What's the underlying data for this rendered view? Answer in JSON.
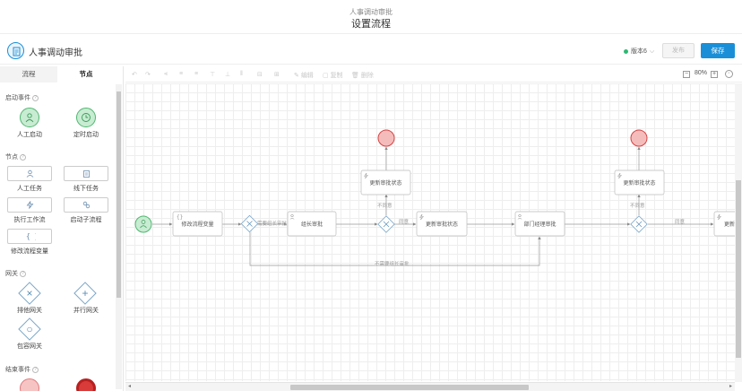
{
  "top": {
    "subtitle": "人事调动审批",
    "title": "设置流程"
  },
  "app": {
    "name": "人事调动审批",
    "version": "版本6",
    "publish_label": "发布",
    "save_label": "保存"
  },
  "left_panel": {
    "tabs": [
      "流程",
      "节点"
    ],
    "sections": {
      "start": "启动事件",
      "nodes": "节点",
      "gateways": "网关",
      "end": "结束事件"
    },
    "start_items": [
      "人工启动",
      "定时启动"
    ],
    "node_items": [
      "人工任务",
      "线下任务",
      "执行工作流",
      "启动子流程",
      "修改流程变量"
    ],
    "gateway_items": [
      "排他网关",
      "并行网关",
      "包容网关"
    ]
  },
  "toolbar": {
    "edit": "编辑",
    "copy": "复制",
    "delete": "删除",
    "zoom": "80%"
  },
  "diagram": {
    "nodes": {
      "modify_vars": "修改流程变量",
      "group_leader": "组长审批",
      "update_status_1": "更新审批状态",
      "dept_manager": "部门经理审批",
      "update_status_top_left": "更新审批状态",
      "update_status_top_right": "更新审批状态",
      "partial": "更新"
    },
    "edges": {
      "need_group_leader": "需要组长审批",
      "reject_1": "不同意",
      "agree_1": "同意",
      "reject_2": "不同意",
      "agree_2": "同意",
      "no_need_group_leader": "不需要组长审批"
    }
  },
  "colors": {
    "accent": "#1a8fd8",
    "start_green": "#4fb66f",
    "end_red": "#d64545"
  }
}
